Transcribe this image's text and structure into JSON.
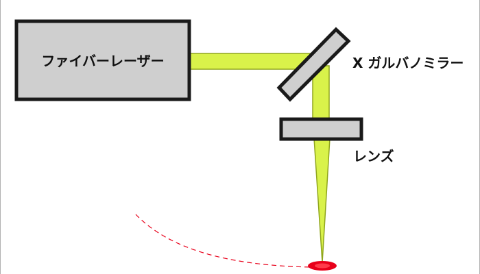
{
  "diagram": {
    "laser_label": "ファイバーレーザー",
    "mirror_label": "X ガルバノミラー",
    "lens_label": "レンズ"
  },
  "colors": {
    "beam_fill": "#d9f24a",
    "beam_stroke": "#8fa51c",
    "component_fill": "#cfcfcf",
    "component_stroke": "#1a1a1a",
    "spot": "#e8001a",
    "path": "#e8001a"
  }
}
